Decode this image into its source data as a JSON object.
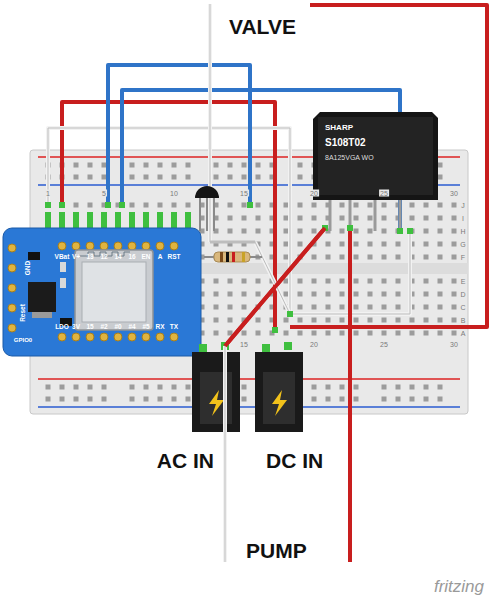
{
  "diagram": {
    "nodes": [
      {
        "text": [
          "VBat",
          "V+",
          "13",
          "12",
          "14",
          "16",
          "EN",
          "A",
          "RST",
          "LDO",
          "3V",
          "15",
          "#2",
          "#0",
          "#4",
          "#5",
          "RX",
          "TX",
          "GND",
          "Reset",
          "GPIO0"
        ]
      },
      {
        "text": [
          "SHARP",
          "S108T02",
          "8A125VGA WO"
        ]
      }
    ],
    "labels": [
      "VALVE",
      "AC IN",
      "DC IN",
      "PUMP",
      "fritzing",
      "1",
      "5",
      "10",
      "15",
      "20",
      "25",
      "30",
      "15",
      "20",
      "25",
      "30",
      "J",
      "I",
      "H",
      "G",
      "F",
      "E",
      "D",
      "C",
      "B",
      "A"
    ]
  }
}
